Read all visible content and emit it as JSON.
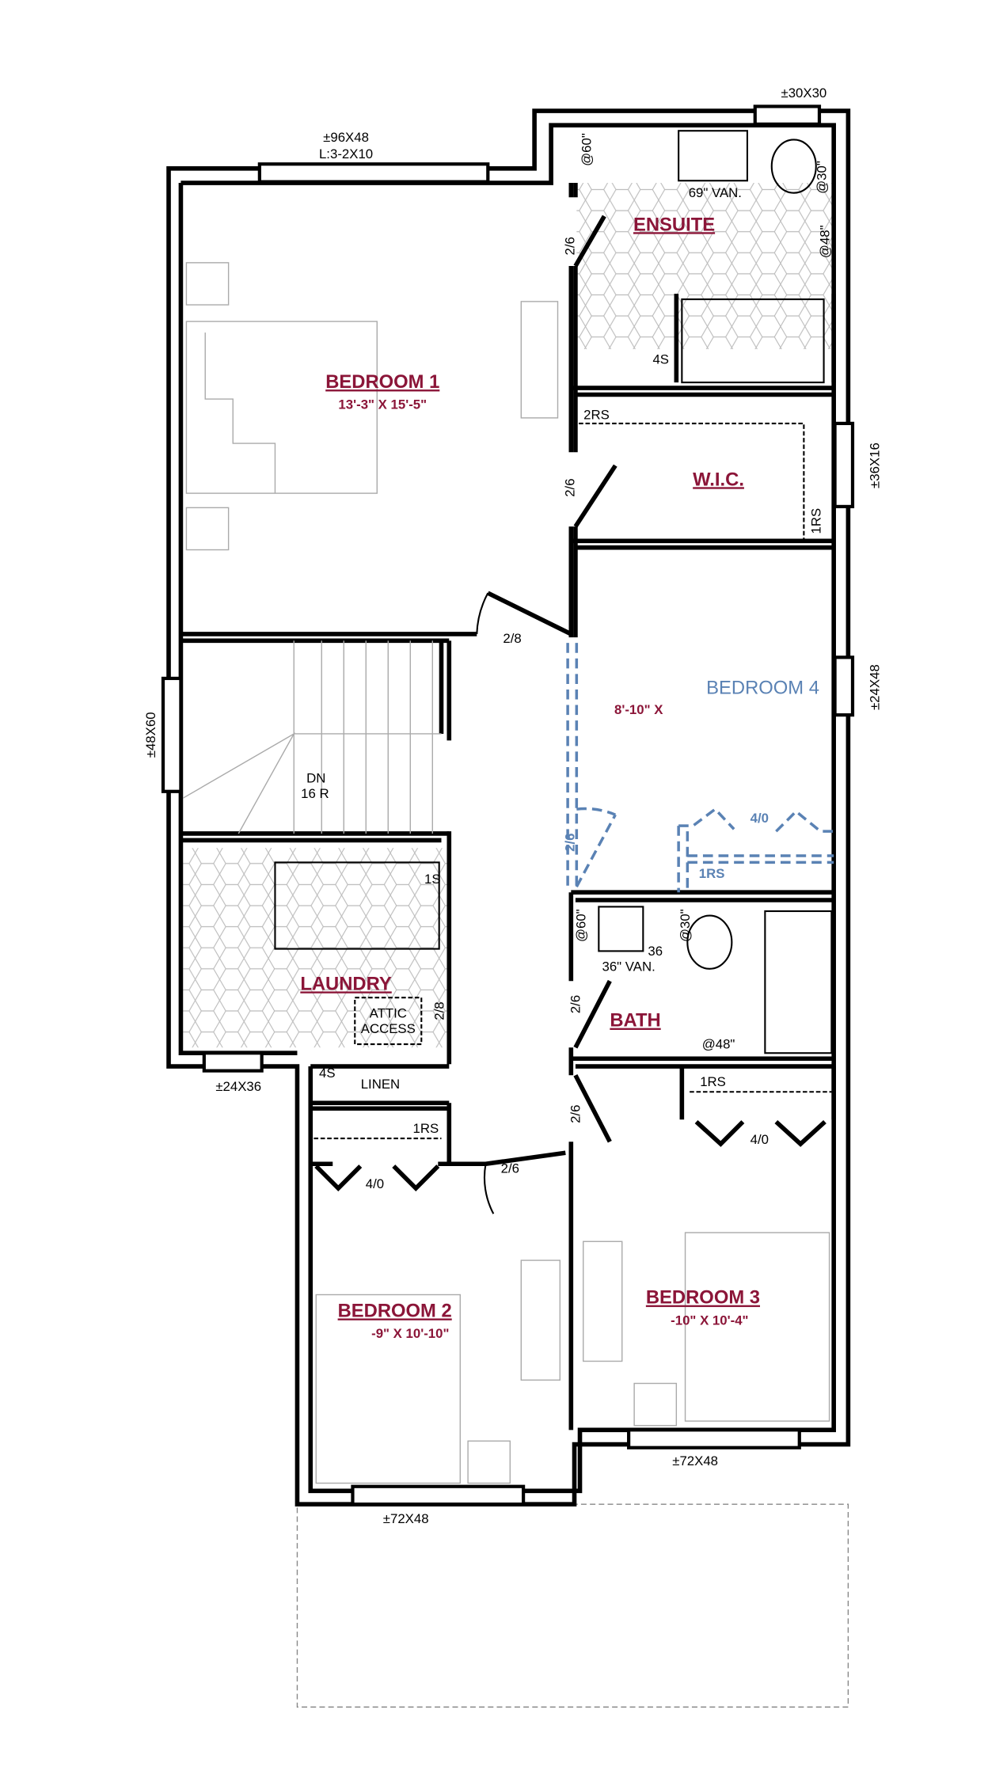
{
  "rooms": {
    "bedroom1": {
      "name": "BEDROOM 1",
      "size": "13'-3\" X 15'-5\""
    },
    "ensuite": {
      "name": "ENSUITE"
    },
    "wic": {
      "name": "W.I.C."
    },
    "bedroom4": {
      "name": "BEDROOM 4",
      "size": "8'-10\" X"
    },
    "laundry": {
      "name": "LAUNDRY"
    },
    "bath": {
      "name": "BATH"
    },
    "bedroom2": {
      "name": "BEDROOM 2",
      "size": "-9\" X 10'-10\""
    },
    "bedroom3": {
      "name": "BEDROOM 3",
      "size": "-10\" X 10'-4\""
    }
  },
  "windows": {
    "top_left": "±96X48",
    "top_left_lintel": "L:3-2X10",
    "top_right": "±30X30",
    "right_wic": "±36X16",
    "right_bed4": "±24X48",
    "left_stair": "±48X60",
    "laundry": "±24X36",
    "bed2": "±72X48",
    "bed3": "±72X48"
  },
  "doors": {
    "ensuite": "2/6",
    "wic": "2/6",
    "bed1": "2/8",
    "bed4": "2/6",
    "bed4_closet": "4/0",
    "laundry": "2/8",
    "bath": "2/6",
    "bed3": "2/6",
    "bed2": "2/6",
    "bed2_closet": "4/0",
    "bed3_closet": "4/0"
  },
  "notes": {
    "ensuite_vanity": "69\" VAN.",
    "ensuite_shower": "4S",
    "ensuite_60": "@60\"",
    "ensuite_30": "@30\"",
    "ensuite_48": "@48\"",
    "wic_2rs": "2RS",
    "wic_1rs": "1RS",
    "bed4_1rs": "1RS",
    "stair_dn": "DN",
    "stair_risers": "16 R",
    "laundry_1s": "1S",
    "attic_line1": "ATTIC",
    "attic_line2": "ACCESS",
    "laundry_4s": "4S",
    "linen": "LINEN",
    "linen_1rs": "1RS",
    "bath_vanity": "36\" VAN.",
    "bath_36": "36",
    "bath_60": "@60\"",
    "bath_30": "@30\"",
    "bath_48": "@48\"",
    "bed3_1rs": "1RS"
  },
  "colors": {
    "room_label": "#8b1538",
    "revision_blue": "#5a82b4"
  }
}
